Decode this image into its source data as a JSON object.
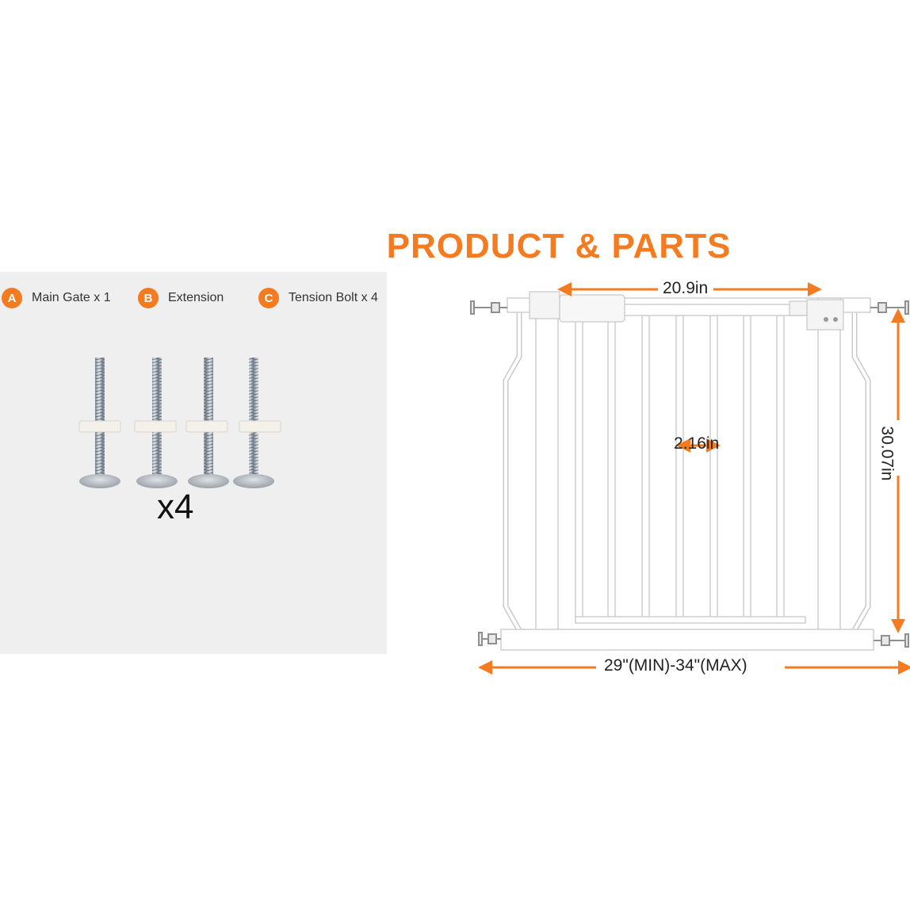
{
  "title": "PRODUCT & PARTS",
  "parts": [
    {
      "letter": "A",
      "label": "Main Gate x 1"
    },
    {
      "letter": "B",
      "label": "Extension"
    },
    {
      "letter": "C",
      "label": "Tension Bolt x 4"
    }
  ],
  "bolt_quantity": "x4",
  "dimensions": {
    "top_width": "20.9in",
    "bar_gap": "2.16in",
    "height": "30.07in",
    "fit_range": "29\"(MIN)-34\"(MAX)"
  },
  "colors": {
    "accent": "#F47B20",
    "panel": "#EFEFEF",
    "gate": "#FFFFFF"
  }
}
